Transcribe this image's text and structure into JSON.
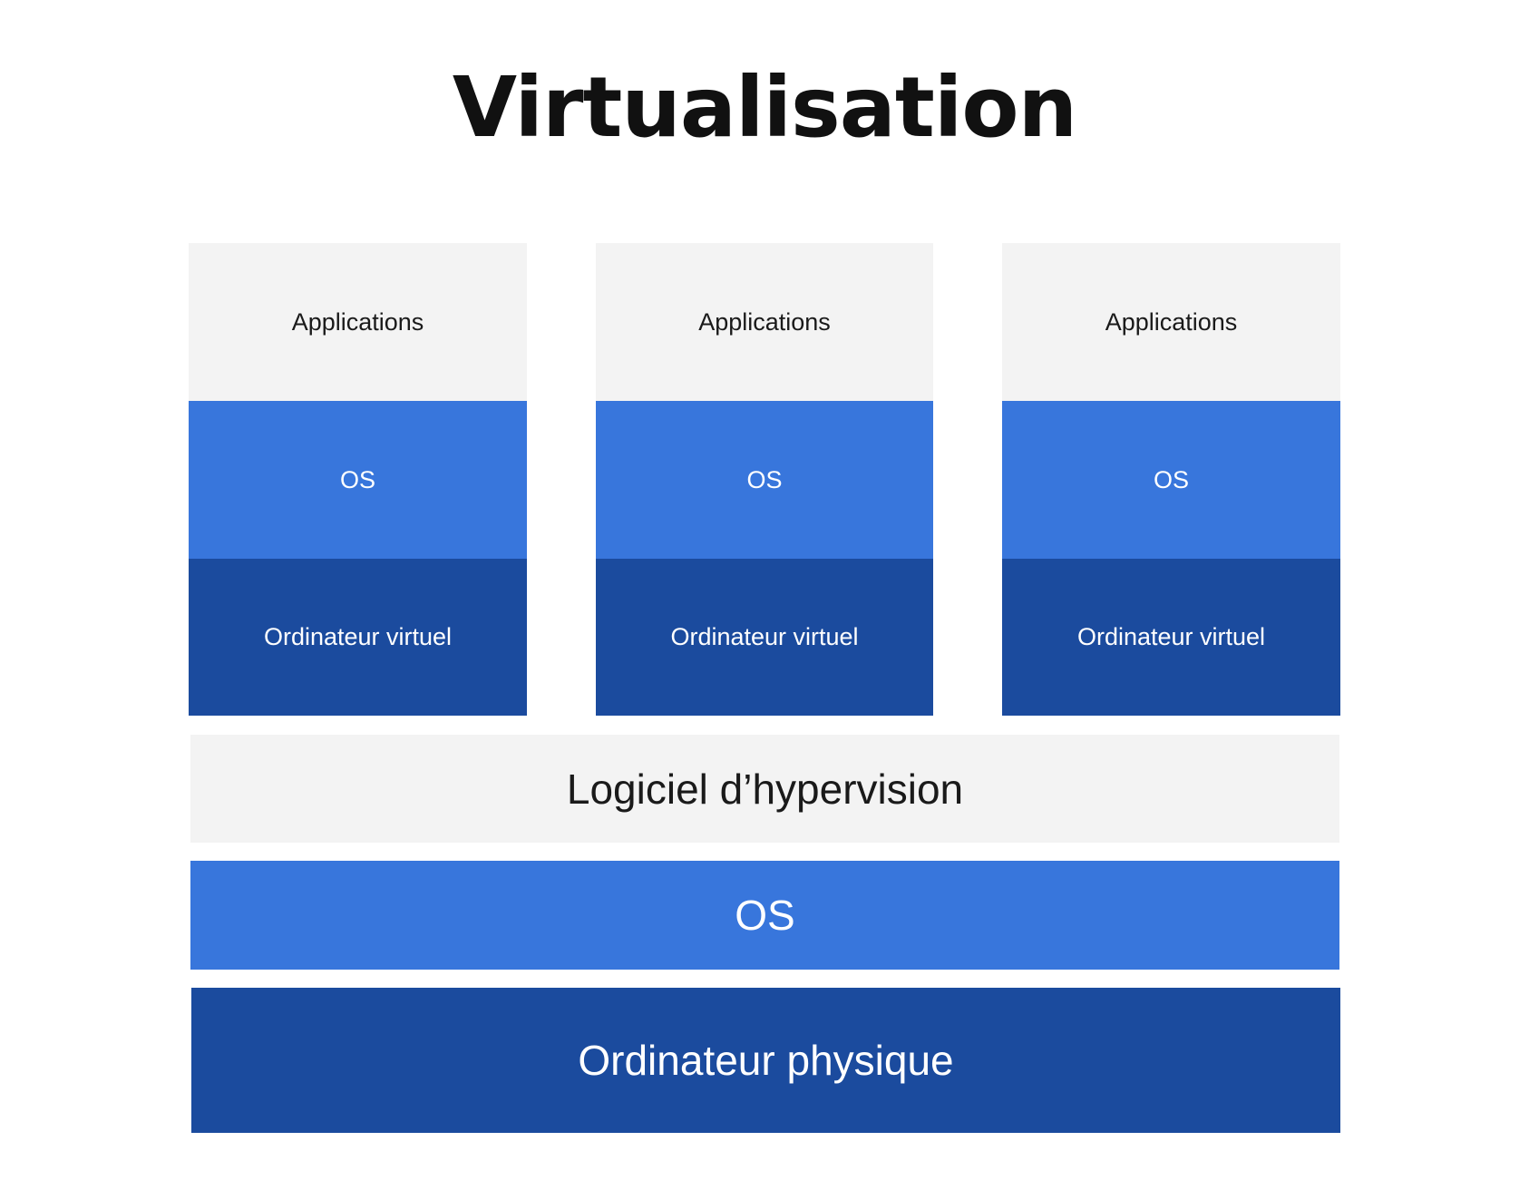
{
  "title": "Virtualisation",
  "colors": {
    "light_gray": "#f3f3f3",
    "medium_blue": "#3876dc",
    "dark_blue": "#1b4b9e",
    "title_text": "#111111"
  },
  "virtual_machines": [
    {
      "applications": "Applications",
      "os": "OS",
      "vm": "Ordinateur virtuel"
    },
    {
      "applications": "Applications",
      "os": "OS",
      "vm": "Ordinateur virtuel"
    },
    {
      "applications": "Applications",
      "os": "OS",
      "vm": "Ordinateur virtuel"
    }
  ],
  "host_layers": {
    "hypervisor": "Logiciel d’hypervision",
    "os": "OS",
    "physical": "Ordinateur physique"
  }
}
